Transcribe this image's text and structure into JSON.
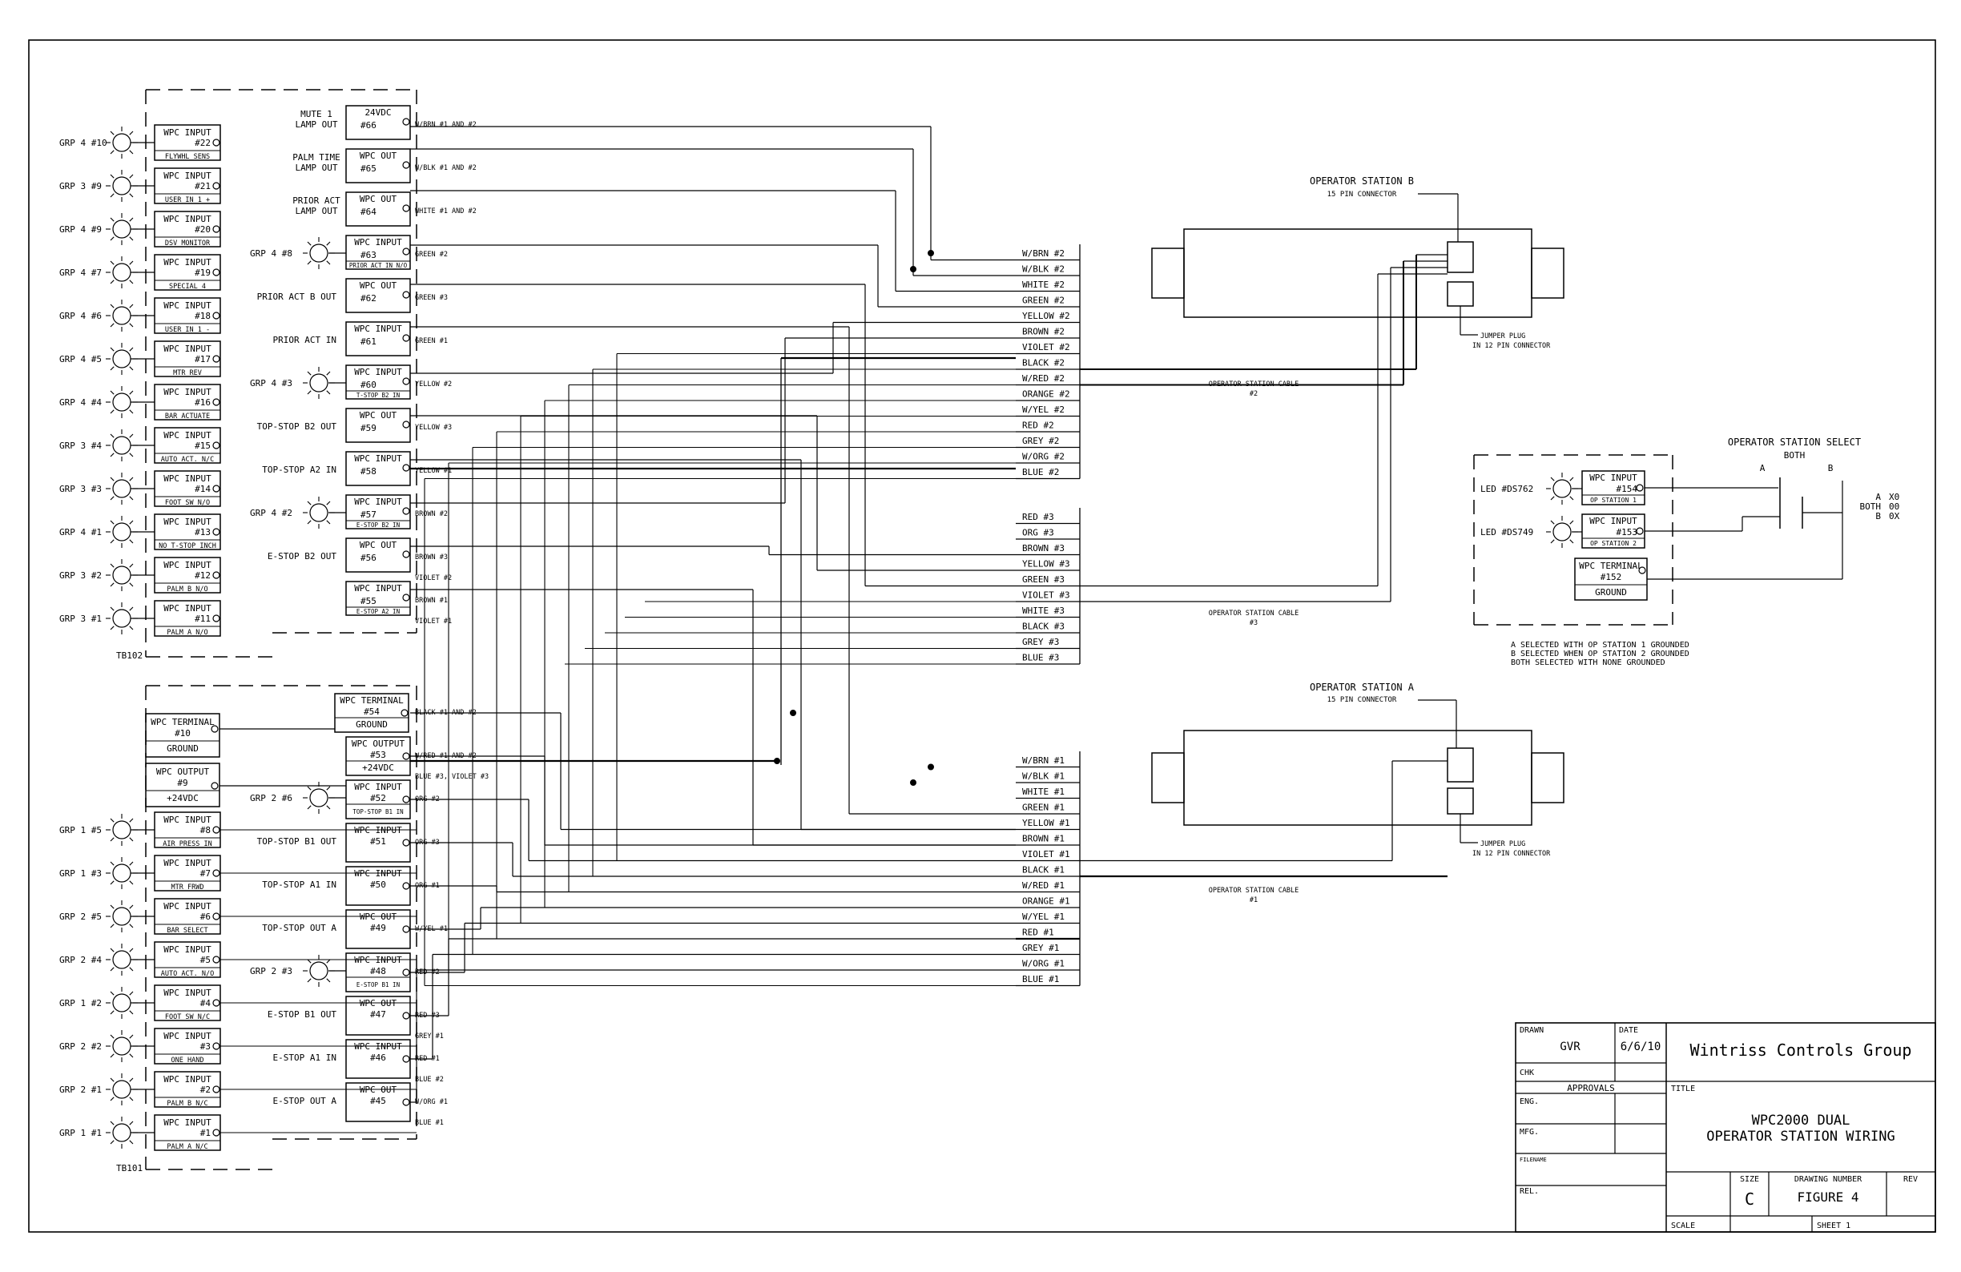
{
  "left_labels": [
    "GRP 4 #10",
    "GRP 3 #9",
    "GRP 4 #9",
    "GRP 4 #7",
    "GRP 4 #6",
    "GRP 4 #5",
    "GRP 4 #4",
    "GRP 3 #4",
    "GRP 3 #3",
    "GRP 4 #1",
    "GRP 3 #2",
    "GRP 3 #1"
  ],
  "top_boxes": [
    {
      "t": "WPC INPUT",
      "n": "#22",
      "s": "FLYWHL SENS"
    },
    {
      "t": "WPC INPUT",
      "n": "#21",
      "s": "USER IN 1 +"
    },
    {
      "t": "WPC INPUT",
      "n": "#20",
      "s": "DSV MONITOR"
    },
    {
      "t": "WPC INPUT",
      "n": "#19",
      "s": "SPECIAL 4"
    },
    {
      "t": "WPC INPUT",
      "n": "#18",
      "s": "USER IN 1 -"
    },
    {
      "t": "WPC INPUT",
      "n": "#17",
      "s": "MTR REV"
    },
    {
      "t": "WPC INPUT",
      "n": "#16",
      "s": "BAR ACTUATE"
    },
    {
      "t": "WPC INPUT",
      "n": "#15",
      "s": "AUTO ACT. N/C"
    },
    {
      "t": "WPC INPUT",
      "n": "#14",
      "s": "FOOT SW N/O"
    },
    {
      "t": "WPC INPUT",
      "n": "#13",
      "s": "NO T-STOP INCH"
    },
    {
      "t": "WPC INPUT",
      "n": "#12",
      "s": "PALM B N/O"
    },
    {
      "t": "WPC INPUT",
      "n": "#11",
      "s": "PALM A N/O"
    }
  ],
  "tb_top": "TB102",
  "tb_bottom": "TB101",
  "top_middle": [
    {
      "l1": "MUTE 1",
      "l2": "LAMP OUT",
      "t": "24VDC",
      "n": "#66",
      "w": "W/BRN #1 AND #2"
    },
    {
      "l1": "PALM TIME",
      "l2": "LAMP OUT",
      "t": "WPC OUT",
      "n": "#65",
      "w": "W/BLK #1 AND #2"
    },
    {
      "l1": "PRIOR ACT",
      "l2": "LAMP OUT",
      "t": "WPC OUT",
      "n": "#64",
      "w": "WHITE #1 AND #2"
    },
    {
      "l1": "GRP 4 #8",
      "l2": "",
      "t": "WPC INPUT",
      "n": "#63",
      "s": "PRIOR ACT IN N/O",
      "w": "GREEN #2"
    },
    {
      "l1": "PRIOR ACT B OUT",
      "l2": "",
      "t": "WPC OUT",
      "n": "#62",
      "w": "GREEN #3"
    },
    {
      "l1": "PRIOR ACT IN",
      "l2": "",
      "t": "WPC INPUT",
      "n": "#61",
      "w": "GREEN #1"
    },
    {
      "l1": "GRP 4 #3",
      "l2": "",
      "t": "WPC INPUT",
      "n": "#60",
      "s": "T-STOP B2 IN",
      "w": "YELLOW #2"
    },
    {
      "l1": "TOP-STOP B2 OUT",
      "l2": "",
      "t": "WPC OUT",
      "n": "#59",
      "w": "YELLOW #3"
    },
    {
      "l1": "TOP-STOP A2 IN",
      "l2": "",
      "t": "WPC INPUT",
      "n": "#58",
      "w": "YELLOW #1"
    },
    {
      "l1": "GRP 4 #2",
      "l2": "",
      "t": "WPC INPUT",
      "n": "#57",
      "s": "E-STOP B2 IN",
      "w": "BROWN #2"
    },
    {
      "l1": "E-STOP B2 OUT",
      "l2": "",
      "t": "WPC OUT",
      "n": "#56",
      "w": "BROWN #3",
      "w2": "VIOLET #2"
    },
    {
      "l1": "",
      "l2": "",
      "t": "WPC INPUT",
      "n": "#55",
      "s": "E-STOP A2 IN",
      "w": "BROWN #1",
      "w2": "VIOLET #1"
    }
  ],
  "cable2": [
    "W/BRN #2",
    "W/BLK #2",
    "WHITE #2",
    "GREEN #2",
    "YELLOW #2",
    "BROWN #2",
    "VIOLET #2",
    "BLACK #2",
    "W/RED #2",
    "ORANGE #2",
    "W/YEL #2",
    "RED #2",
    "GREY #2",
    "W/ORG #2",
    "BLUE #2"
  ],
  "cable3": [
    "RED #3",
    "ORG #3",
    "BROWN #3",
    "YELLOW #3",
    "GREEN #3",
    "VIOLET #3",
    "WHITE #3",
    "BLACK #3",
    "GREY #3",
    "BLUE #3"
  ],
  "cable1": [
    "W/BRN #1",
    "W/BLK #1",
    "WHITE #1",
    "GREEN #1",
    "YELLOW #1",
    "BROWN #1",
    "VIOLET #1",
    "BLACK #1",
    "W/RED #1",
    "ORANGE #1",
    "W/YEL #1",
    "RED #1",
    "GREY #1",
    "W/ORG #1",
    "BLUE #1"
  ],
  "stationB": {
    "title": "OPERATOR STATION B",
    "sub": "15 PIN CONNECTOR",
    "jumper1": "JUMPER PLUG",
    "jumper2": "IN 12 PIN CONNECTOR"
  },
  "stationA": {
    "title": "OPERATOR STATION A",
    "sub": "15 PIN CONNECTOR",
    "jumper1": "JUMPER PLUG",
    "jumper2": "IN 12 PIN CONNECTOR"
  },
  "cable_labels": [
    {
      "l1": "OPERATOR STATION CABLE",
      "l2": "#2"
    },
    {
      "l1": "OPERATOR STATION CABLE",
      "l2": "#3"
    },
    {
      "l1": "OPERATOR STATION CABLE",
      "l2": "#1"
    }
  ],
  "select": {
    "title": "OPERATOR STATION SELECT",
    "both": "BOTH",
    "a": "A",
    "b": "B",
    "led1": "LED #DS762",
    "led2": "LED #DS749",
    "box1": {
      "t": "WPC INPUT",
      "n": "#154",
      "s": "OP STATION 1"
    },
    "box2": {
      "t": "WPC INPUT",
      "n": "#153",
      "s": "OP STATION 2"
    },
    "box3": {
      "t": "WPC TERMINAL",
      "n": "#152",
      "s": "GROUND"
    },
    "table": [
      [
        "A",
        "X0"
      ],
      [
        "BOTH",
        "00"
      ],
      [
        "B",
        "0X"
      ]
    ],
    "notes": [
      "A SELECTED WITH OP STATION 1 GROUNDED",
      "B SELECTED WHEN OP STATION 2 GROUNDED",
      "BOTH SELECTED WITH NONE GROUNDED"
    ]
  },
  "bottom_left_labels": [
    "GRP 1 #5",
    "GRP 1 #3",
    "GRP 2 #5",
    "GRP 2 #4",
    "GRP 1 #2",
    "GRP 2 #2",
    "GRP 2 #1",
    "GRP 1 #1"
  ],
  "bottom_boxes": [
    {
      "t": "WPC INPUT",
      "n": "#8",
      "s": "AIR PRESS IN"
    },
    {
      "t": "WPC INPUT",
      "n": "#7",
      "s": "MTR FRWD"
    },
    {
      "t": "WPC INPUT",
      "n": "#6",
      "s": "BAR SELECT"
    },
    {
      "t": "WPC INPUT",
      "n": "#5",
      "s": "AUTO ACT. N/O"
    },
    {
      "t": "WPC INPUT",
      "n": "#4",
      "s": "FOOT SW N/C"
    },
    {
      "t": "WPC INPUT",
      "n": "#3",
      "s": "ONE HAND"
    },
    {
      "t": "WPC INPUT",
      "n": "#2",
      "s": "PALM B N/C"
    },
    {
      "t": "WPC INPUT",
      "n": "#1",
      "s": "PALM A N/C"
    }
  ],
  "term10": {
    "t": "WPC TERMINAL",
    "n": "#10",
    "s": "GROUND"
  },
  "out9": {
    "t": "WPC OUTPUT",
    "n": "#9",
    "s": "+24VDC"
  },
  "bottom_middle": [
    {
      "l": "",
      "t": "WPC TERMINAL",
      "n": "#54",
      "s": "GROUND",
      "w": "BLACK #1 AND #2"
    },
    {
      "l": "",
      "t": "WPC OUTPUT",
      "n": "#53",
      "s": "+24VDC",
      "w": "W/RED #1 AND #2",
      "w2": "BLUE #3, VIOLET #3"
    },
    {
      "l": "GRP 2 #6",
      "t": "WPC INPUT",
      "n": "#52",
      "s": "TOP-STOP B1 IN",
      "w": "ORG #2"
    },
    {
      "l": "TOP-STOP B1 OUT",
      "t": "WPC INPUT",
      "n": "#51",
      "w": "ORG #3"
    },
    {
      "l": "TOP-STOP A1 IN",
      "t": "WPC INPUT",
      "n": "#50",
      "w": "ORG #1"
    },
    {
      "l": "TOP-STOP OUT A",
      "t": "WPC OUT",
      "n": "#49",
      "w": "W/YEL #1"
    },
    {
      "l": "GRP 2 #3",
      "t": "WPC INPUT",
      "n": "#48",
      "s": "E-STOP B1 IN",
      "w": "RED #2"
    },
    {
      "l": "E-STOP B1 OUT",
      "t": "WPC OUT",
      "n": "#47",
      "w": "RED #3",
      "w2": "GREY #1"
    },
    {
      "l": "E-STOP A1 IN",
      "t": "WPC INPUT",
      "n": "#46",
      "w": "RED #1",
      "w2": "BLUE #2"
    },
    {
      "l": "E-STOP OUT A",
      "t": "WPC OUT",
      "n": "#45",
      "w": "W/ORG #1",
      "w2": "BLUE #1"
    }
  ],
  "title_block": {
    "drawn_label": "DRAWN",
    "drawn": "GVR",
    "date_label": "DATE",
    "date": "6/6/10",
    "chk": "CHK",
    "approvals": "APPROVALS",
    "eng": "ENG.",
    "mfg": "MFG.",
    "filename": "FILENAME",
    "rel": "REL.",
    "company": "Wintriss Controls Group",
    "title_label": "TITLE",
    "title1": "WPC2000 DUAL",
    "title2": "OPERATOR STATION WIRING",
    "size_label": "SIZE",
    "size": "C",
    "dn_label": "DRAWING NUMBER",
    "dn": "FIGURE 4",
    "rev": "REV",
    "scale": "SCALE",
    "sheet": "SHEET 1"
  }
}
